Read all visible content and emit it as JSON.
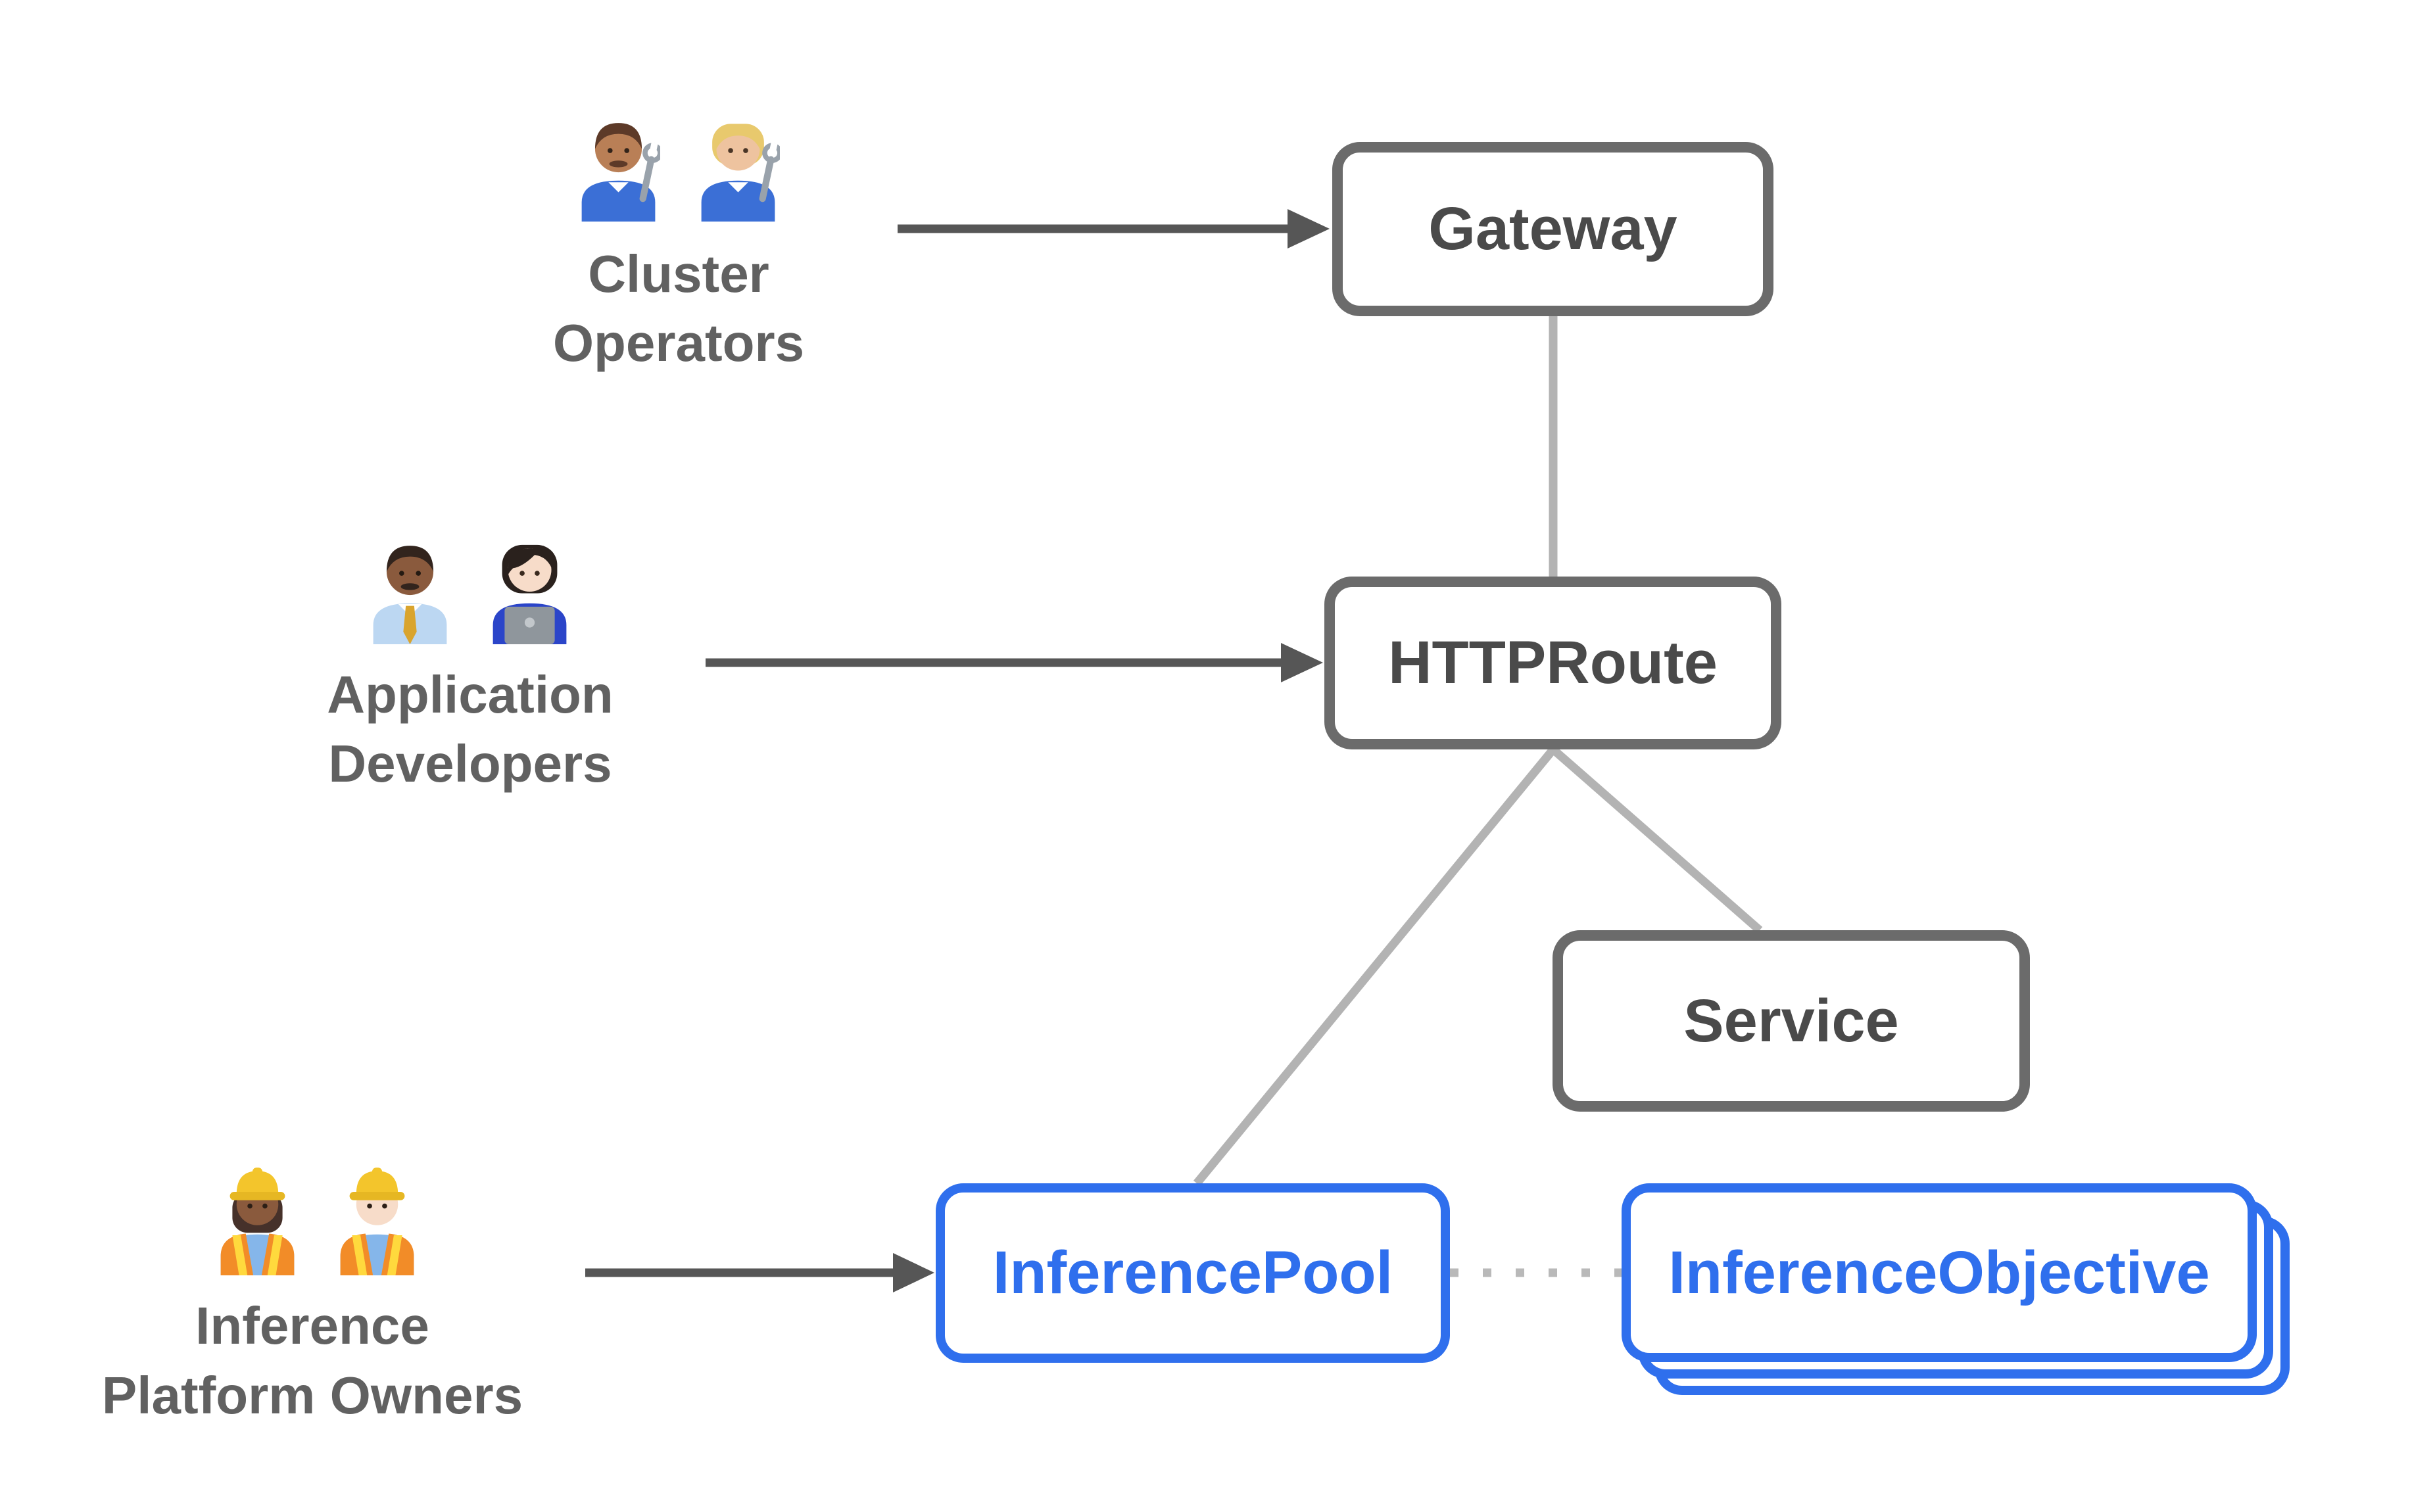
{
  "diagram": {
    "nodes": [
      {
        "id": "gateway",
        "label": "Gateway",
        "style": "gray"
      },
      {
        "id": "httproute",
        "label": "HTTPRoute",
        "style": "gray"
      },
      {
        "id": "service",
        "label": "Service",
        "style": "gray"
      },
      {
        "id": "inference-pool",
        "label": "InferencePool",
        "style": "blue"
      },
      {
        "id": "inference-objective",
        "label": "InferenceObjective",
        "style": "blue",
        "stacked": true
      }
    ],
    "personas": [
      {
        "id": "cluster-operators",
        "lines": [
          "Cluster",
          "Operators"
        ],
        "emojis": [
          {
            "name": "man-mechanic",
            "char": "👨🏽‍🔧"
          },
          {
            "name": "woman-mechanic",
            "char": "👩🏼‍🔧"
          }
        ],
        "points_to": "Gateway"
      },
      {
        "id": "application-developers",
        "lines": [
          "Application",
          "Developers"
        ],
        "emojis": [
          {
            "name": "man-office-worker",
            "char": "👨🏾‍💼"
          },
          {
            "name": "woman-technologist",
            "char": "👩🏻‍💻"
          }
        ],
        "points_to": "HTTPRoute"
      },
      {
        "id": "inference-platform-owners",
        "lines": [
          "Inference",
          "Platform Owners"
        ],
        "emojis": [
          {
            "name": "woman-construction-worker",
            "char": "👷🏾‍♀️"
          },
          {
            "name": "man-construction-worker",
            "char": "👷🏻‍♂️"
          }
        ],
        "points_to": "InferencePool"
      }
    ],
    "edges": [
      {
        "from": "Cluster Operators",
        "to": "Gateway",
        "style": "arrow"
      },
      {
        "from": "Application Developers",
        "to": "HTTPRoute",
        "style": "arrow"
      },
      {
        "from": "Inference Platform Owners",
        "to": "InferencePool",
        "style": "arrow"
      },
      {
        "from": "Gateway",
        "to": "HTTPRoute",
        "style": "line"
      },
      {
        "from": "HTTPRoute",
        "to": "InferencePool",
        "style": "line"
      },
      {
        "from": "HTTPRoute",
        "to": "Service",
        "style": "line"
      },
      {
        "from": "InferencePool",
        "to": "InferenceObjective",
        "style": "dotted"
      }
    ]
  },
  "colors": {
    "background": "#ffffff",
    "node_border": "#6b6b6b",
    "node_text": "#4a4a4a",
    "accent_blue": "#2f6fed",
    "persona_text": "#616161",
    "arrow": "#565656",
    "connector": "#b3b3b3",
    "dotted": "#b9b9b9"
  }
}
